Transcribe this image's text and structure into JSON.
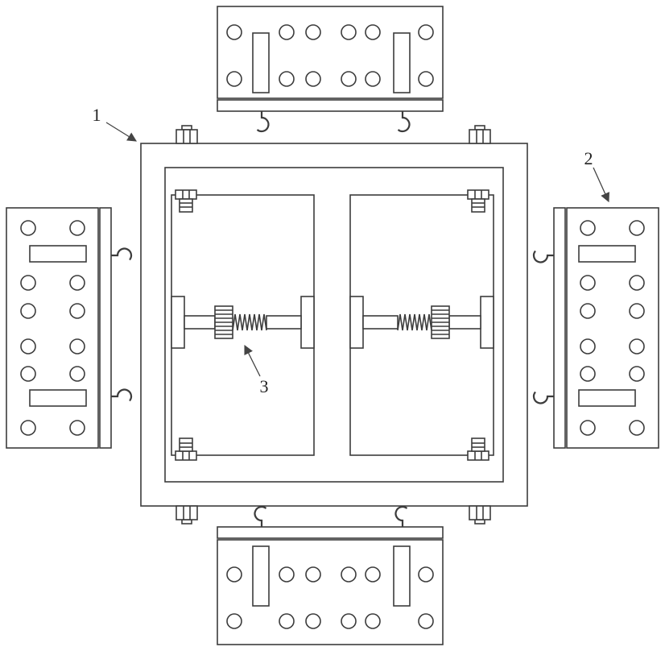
{
  "figure": {
    "labels": {
      "l1": "1",
      "l2": "2",
      "l3": "3"
    },
    "colors": {
      "line": "#3c3c3c",
      "label": "#222222",
      "background": "#ffffff"
    }
  }
}
